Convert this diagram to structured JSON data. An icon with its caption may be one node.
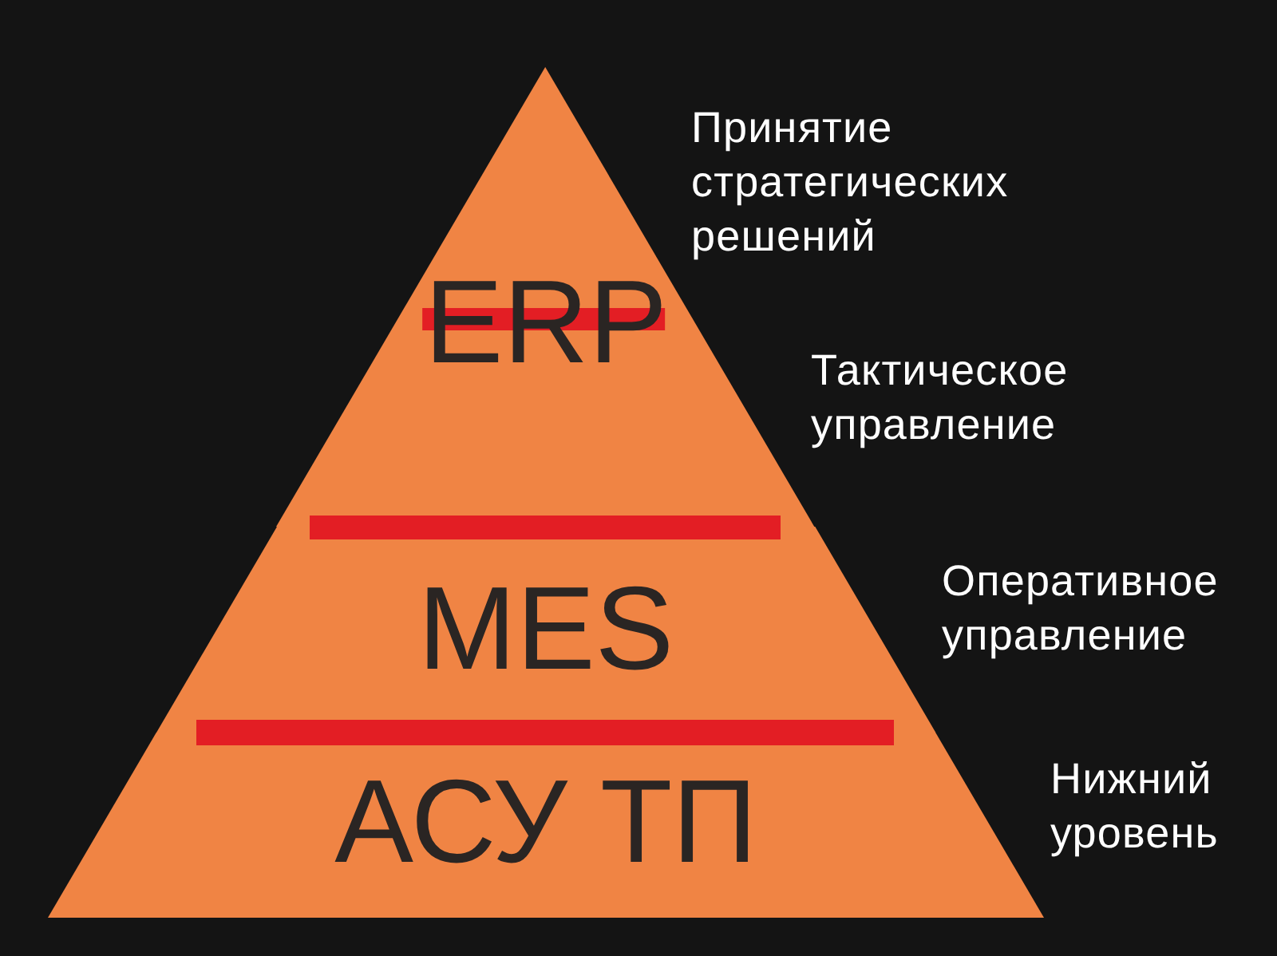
{
  "diagram": {
    "nodes": [
      {
        "text": [
          "ERP"
        ]
      },
      {
        "text": [],
        "shape": "bar"
      },
      {
        "text": [
          "MES"
        ]
      },
      {
        "text": [],
        "shape": "bar"
      },
      {
        "text": [
          "АСУ ТП"
        ]
      }
    ],
    "labels": [
      "Принятие стратегических решений",
      "Тактическое управление",
      "Оперативное управление",
      "Нижний уровень"
    ]
  }
}
